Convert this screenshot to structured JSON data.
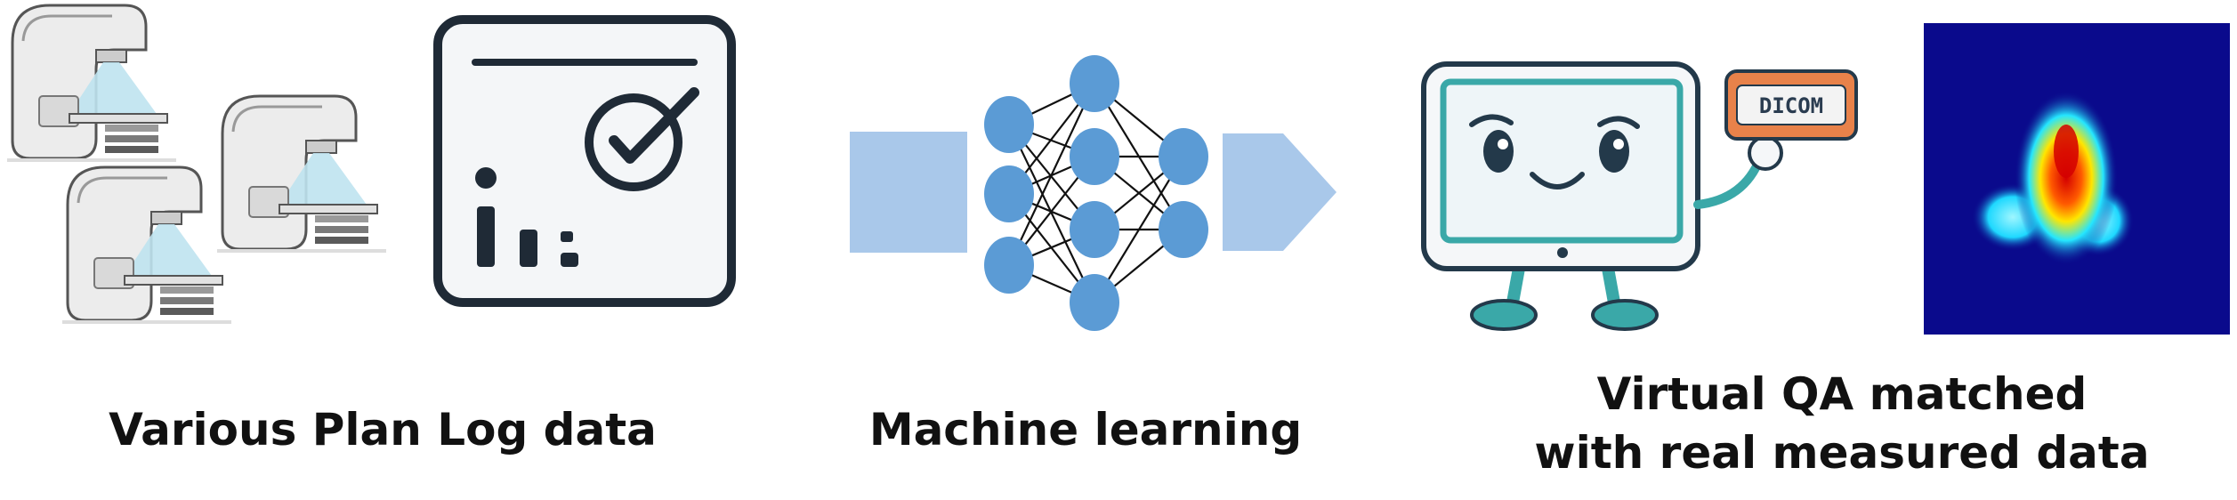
{
  "labels": {
    "log_data": "Various Plan Log data",
    "machine_learning": "Machine learning",
    "virtual_qa_line1": "Virtual QA matched",
    "virtual_qa_line2": "with real measured data"
  },
  "icons": {
    "linac_machines": "linear-accelerator-icon",
    "report": "checklist-report-icon",
    "network": "neural-network-icon",
    "mascot": "computer-mascot-icon",
    "badge_text": "DICOM",
    "dose_map": "dose-heatmap"
  },
  "colors": {
    "arrow_fill": "#a9c8ea",
    "node_fill": "#5b9bd5",
    "heatmap_background": "#0a0a8c",
    "mascot_teal": "#3aa8a8",
    "badge_orange": "#e8824a"
  }
}
